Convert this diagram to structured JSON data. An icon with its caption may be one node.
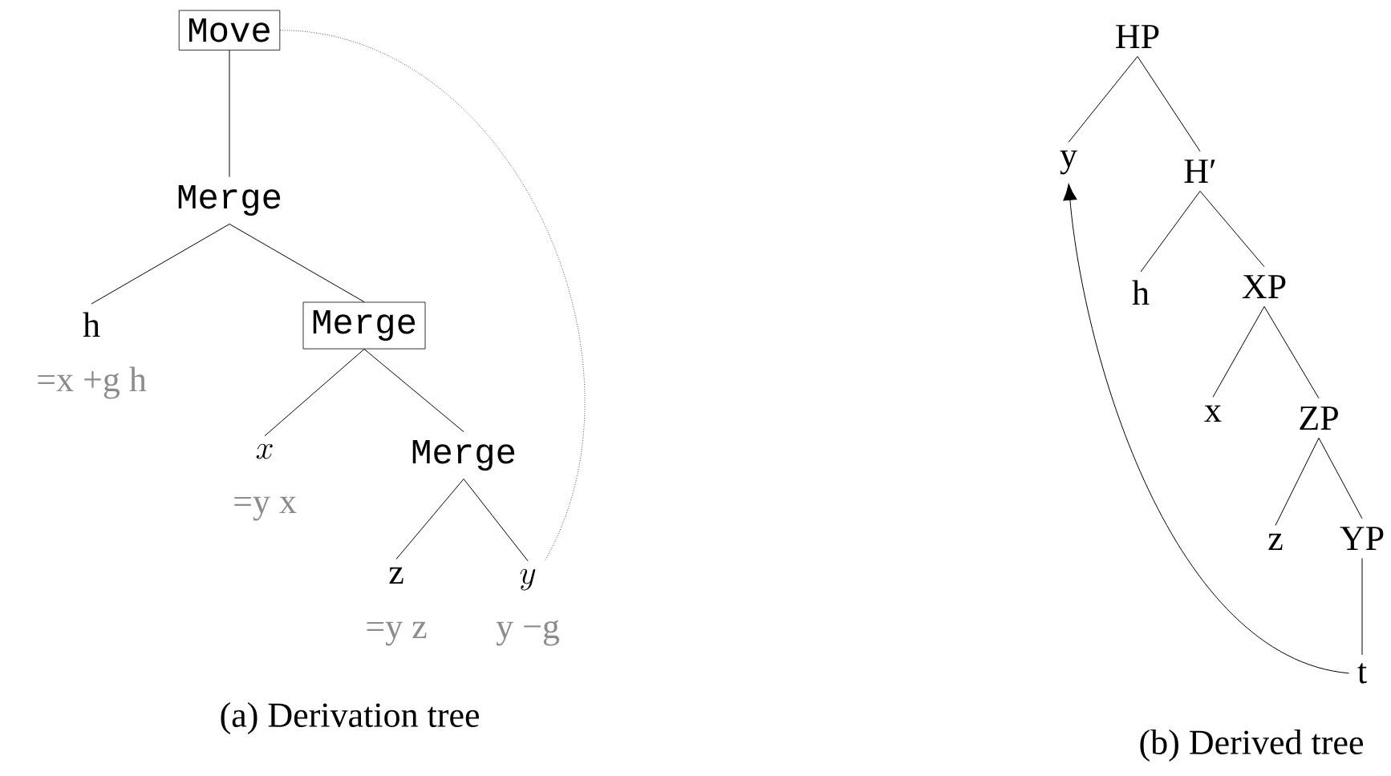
{
  "diagram": {
    "nodes": [
      {
        "text": [
          "Move"
        ]
      },
      {
        "text": [
          "Merge"
        ]
      },
      {
        "text": [
          "h"
        ],
        "beside": [
          "=x +g h"
        ]
      },
      {
        "text": [
          "Merge"
        ]
      },
      {
        "text": [
          "x"
        ],
        "beside": [
          "=y x"
        ]
      },
      {
        "text": [
          "Merge"
        ]
      },
      {
        "text": [
          "z"
        ],
        "beside": [
          "=y z"
        ]
      },
      {
        "text": [
          "y"
        ],
        "beside": [
          "y −g"
        ]
      },
      {
        "text": [
          "HP"
        ]
      },
      {
        "text": [
          "y"
        ]
      },
      {
        "text": [
          "H′"
        ]
      },
      {
        "text": [
          "h"
        ]
      },
      {
        "text": [
          "XP"
        ]
      },
      {
        "text": [
          "x"
        ]
      },
      {
        "text": [
          "ZP"
        ]
      },
      {
        "text": [
          "z"
        ]
      },
      {
        "text": [
          "YP"
        ]
      },
      {
        "text": [
          "t"
        ]
      }
    ],
    "edges": [
      {
        "from": 0,
        "to": 1,
        "arrow": "none"
      },
      {
        "from": 1,
        "to": 2,
        "arrow": "none"
      },
      {
        "from": 1,
        "to": 3,
        "arrow": "none"
      },
      {
        "from": 3,
        "to": 4,
        "arrow": "none"
      },
      {
        "from": 3,
        "to": 5,
        "arrow": "none"
      },
      {
        "from": 5,
        "to": 6,
        "arrow": "none"
      },
      {
        "from": 5,
        "to": 7,
        "arrow": "none"
      },
      {
        "from": 0,
        "to": 7,
        "arrow": "none",
        "style": "dashed"
      },
      {
        "from": 8,
        "to": 9,
        "arrow": "none"
      },
      {
        "from": 8,
        "to": 10,
        "arrow": "none"
      },
      {
        "from": 10,
        "to": 11,
        "arrow": "none"
      },
      {
        "from": 10,
        "to": 12,
        "arrow": "none"
      },
      {
        "from": 12,
        "to": 13,
        "arrow": "none"
      },
      {
        "from": 12,
        "to": 14,
        "arrow": "none"
      },
      {
        "from": 14,
        "to": 15,
        "arrow": "none"
      },
      {
        "from": 14,
        "to": 16,
        "arrow": "none"
      },
      {
        "from": 16,
        "to": 17,
        "arrow": "none"
      },
      {
        "from": 17,
        "to": 9,
        "arrow": "to"
      }
    ],
    "labels": [
      "(a) Derivation tree",
      "(b) Derived tree"
    ]
  }
}
